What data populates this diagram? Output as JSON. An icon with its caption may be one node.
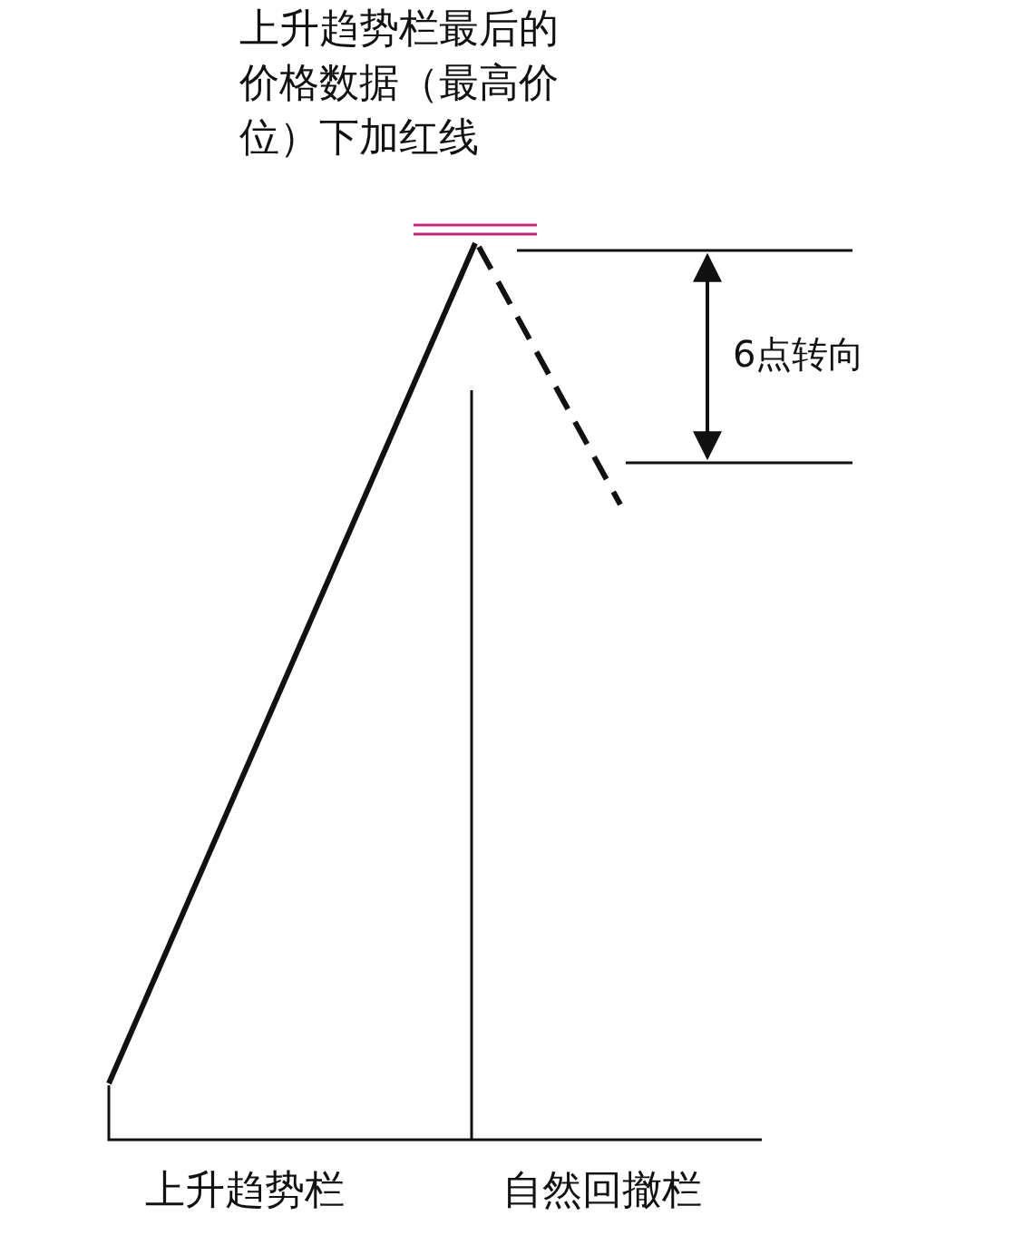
{
  "diagram": {
    "labels": [
      "上升趋势栏最后的价格数据（最高价位）下加红线",
      "6点转向",
      "上升趋势栏",
      "自然回撤栏"
    ]
  }
}
